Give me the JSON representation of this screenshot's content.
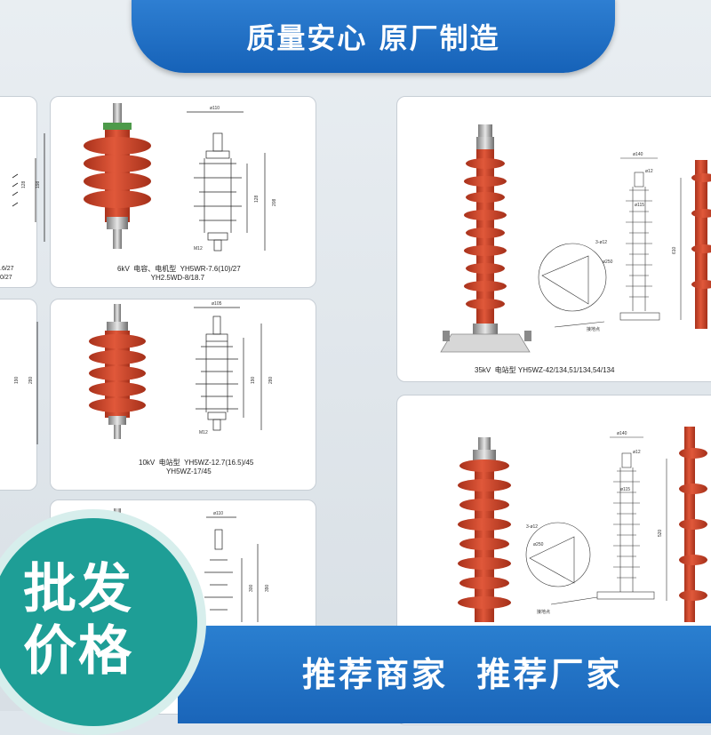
{
  "header": {
    "title": "质量安心 原厂制造"
  },
  "products": [
    {
      "caption": "6kV  电容、电机型  YH5WR-7.6(10)/27\n                 YH2.5WD-8/18.7",
      "dims": [
        "ø110",
        "128",
        "208",
        "M12"
      ]
    },
    {
      "caption": "10kV  电站型  YH5WZ-12.7(16.5)/45\n              YH5WZ-17/45",
      "dims": [
        "ø105",
        "190",
        "280",
        "M12"
      ]
    },
    {
      "caption": "35kV  电站型 YH5WZ-42/134,51/134,54/134",
      "dims": [
        "ø140",
        "ø12",
        "ø115",
        "3-ø12",
        "ø250",
        "610",
        "接地点"
      ]
    },
    {
      "caption": "",
      "dims": [
        "ø140",
        "ø12",
        "ø115",
        "3-ø12",
        "ø250",
        "520",
        "接地点"
      ]
    },
    {
      "caption": "",
      "dims": [
        "ø110",
        "300",
        "390"
      ]
    }
  ],
  "left_partial": {
    "caption": ".6/27\n0/27",
    "dims": [
      "128",
      "198",
      "190",
      "280"
    ]
  },
  "badge": {
    "line1": "批发",
    "line2": "价格"
  },
  "footer": {
    "text": "推荐商家  推荐厂家"
  },
  "colors": {
    "banner": "#1f6fc6",
    "insulator": "#cf4a2d",
    "badge": "#1e9e96"
  }
}
